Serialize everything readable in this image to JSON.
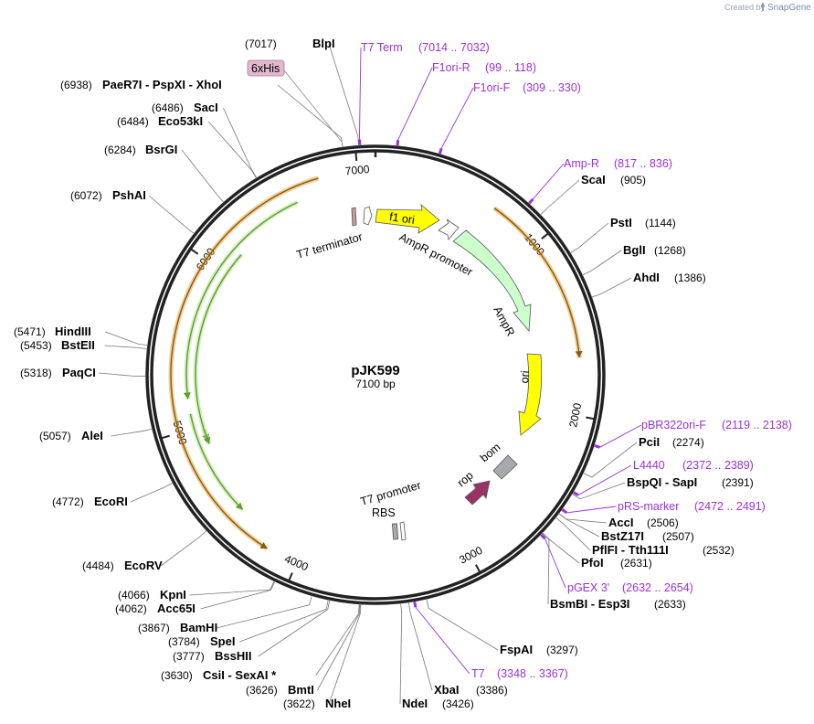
{
  "credit": {
    "prefix": "Created by",
    "brand": "SnapGene"
  },
  "plasmid": {
    "name": "pJK599",
    "size_label": "7100 bp",
    "length": 7100
  },
  "ticks": [
    {
      "pos": 1000,
      "label": "1000"
    },
    {
      "pos": 2000,
      "label": "2000"
    },
    {
      "pos": 3000,
      "label": "3000"
    },
    {
      "pos": 4000,
      "label": "4000"
    },
    {
      "pos": 5000,
      "label": "5000"
    },
    {
      "pos": 6000,
      "label": "6000"
    },
    {
      "pos": 7000,
      "label": "7000"
    }
  ],
  "enzymes": [
    {
      "name": "BlpI",
      "pos": "(7017)",
      "site": 7017
    },
    {
      "name": "PaeR7I  -  PspXI  -  XhoI",
      "pos": "(6938)",
      "site": 6938
    },
    {
      "name": "SacI",
      "pos": "(6486)",
      "site": 6486
    },
    {
      "name": "Eco53kI",
      "pos": "(6484)",
      "site": 6484
    },
    {
      "name": "BsrGI",
      "pos": "(6284)",
      "site": 6284
    },
    {
      "name": "PshAI",
      "pos": "(6072)",
      "site": 6072
    },
    {
      "name": "HindIII",
      "pos": "(5471)",
      "site": 5471
    },
    {
      "name": "BstEII",
      "pos": "(5453)",
      "site": 5453
    },
    {
      "name": "PaqCI",
      "pos": "(5318)",
      "site": 5318
    },
    {
      "name": "AleI",
      "pos": "(5057)",
      "site": 5057
    },
    {
      "name": "EcoRI",
      "pos": "(4772)",
      "site": 4772
    },
    {
      "name": "EcoRV",
      "pos": "(4484)",
      "site": 4484
    },
    {
      "name": "KpnI",
      "pos": "(4066)",
      "site": 4066
    },
    {
      "name": "Acc65I",
      "pos": "(4062)",
      "site": 4062
    },
    {
      "name": "BamHI",
      "pos": "(3867)",
      "site": 3867
    },
    {
      "name": "SpeI",
      "pos": "(3784)",
      "site": 3784
    },
    {
      "name": "BssHII",
      "pos": "(3777)",
      "site": 3777
    },
    {
      "name": "CsiI  -  SexAI *",
      "pos": "(3630)",
      "site": 3630
    },
    {
      "name": "BmtI",
      "pos": "(3626)",
      "site": 3626
    },
    {
      "name": "NheI",
      "pos": "(3622)",
      "site": 3622
    },
    {
      "name": "NdeI",
      "pos": "(3426)",
      "site": 3426
    },
    {
      "name": "XbaI",
      "pos": "(3386)",
      "site": 3386
    },
    {
      "name": "FspAI",
      "pos": "(3297)",
      "site": 3297
    },
    {
      "name": "BsmBI  -  Esp3I",
      "pos": "(2633)",
      "site": 2633
    },
    {
      "name": "PfoI",
      "pos": "(2631)",
      "site": 2631
    },
    {
      "name": "PflFI  -  Tth111I",
      "pos": "(2532)",
      "site": 2532
    },
    {
      "name": "BstZ17I",
      "pos": "(2507)",
      "site": 2507
    },
    {
      "name": "AccI",
      "pos": "(2506)",
      "site": 2506
    },
    {
      "name": "BspQI  -  SapI",
      "pos": "(2391)",
      "site": 2391
    },
    {
      "name": "PciI",
      "pos": "(2274)",
      "site": 2274
    },
    {
      "name": "AhdI",
      "pos": "(1386)",
      "site": 1386
    },
    {
      "name": "BglI",
      "pos": "(1268)",
      "site": 1268
    },
    {
      "name": "PstI",
      "pos": "(1144)",
      "site": 1144
    },
    {
      "name": "ScaI",
      "pos": "(905)",
      "site": 905
    }
  ],
  "primers": [
    {
      "name": "T7 Term",
      "range": "(7014 .. 7032)",
      "site": 7023
    },
    {
      "name": "F1ori-R",
      "range": "(99 .. 118)",
      "site": 108
    },
    {
      "name": "F1ori-F",
      "range": "(309 .. 330)",
      "site": 320
    },
    {
      "name": "Amp-R",
      "range": "(817 .. 836)",
      "site": 826
    },
    {
      "name": "pBR322ori-F",
      "range": "(2119 .. 2138)",
      "site": 2128
    },
    {
      "name": "L4440",
      "range": "(2372 .. 2389)",
      "site": 2380
    },
    {
      "name": "pRS-marker",
      "range": "(2472 .. 2491)",
      "site": 2481
    },
    {
      "name": "pGEX 3'",
      "range": "(2632 .. 2654)",
      "site": 2643
    },
    {
      "name": "T7",
      "range": "(3348 .. 3367)",
      "site": 3357
    }
  ],
  "tag": {
    "name": "6xHis",
    "color": "#e2b8cf"
  },
  "features": [
    {
      "name": "f1 ori",
      "color": "#ffff00"
    },
    {
      "name": "AmpR promoter",
      "color": "#ffffff"
    },
    {
      "name": "AmpR",
      "color": "#ccffcc"
    },
    {
      "name": "ori",
      "color": "#ffff00"
    },
    {
      "name": "bom",
      "color": "#a6a9ad"
    },
    {
      "name": "rop",
      "color": "#993366"
    },
    {
      "name": "T7 promoter",
      "color": "#ffffff"
    },
    {
      "name": "RBS",
      "color": "#a6a9ad"
    },
    {
      "name": "T7 terminator",
      "color": "#cc9999"
    }
  ],
  "colors": {
    "primer": "#9b30d9",
    "orf": "#e5a33a",
    "orf_core": "#8a5a10",
    "inner_orf": "#5c9e2f"
  }
}
